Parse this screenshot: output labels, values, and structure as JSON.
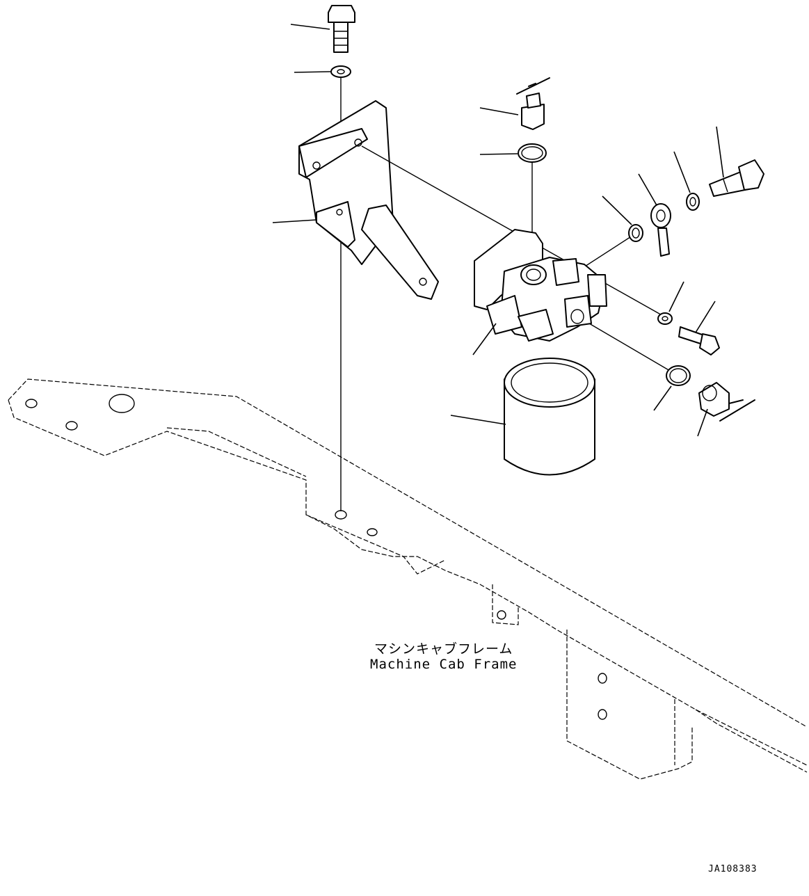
{
  "frame_label": {
    "japanese": "マシンキャブフレーム",
    "english": "Machine Cab Frame"
  },
  "document_code": "JA108383"
}
